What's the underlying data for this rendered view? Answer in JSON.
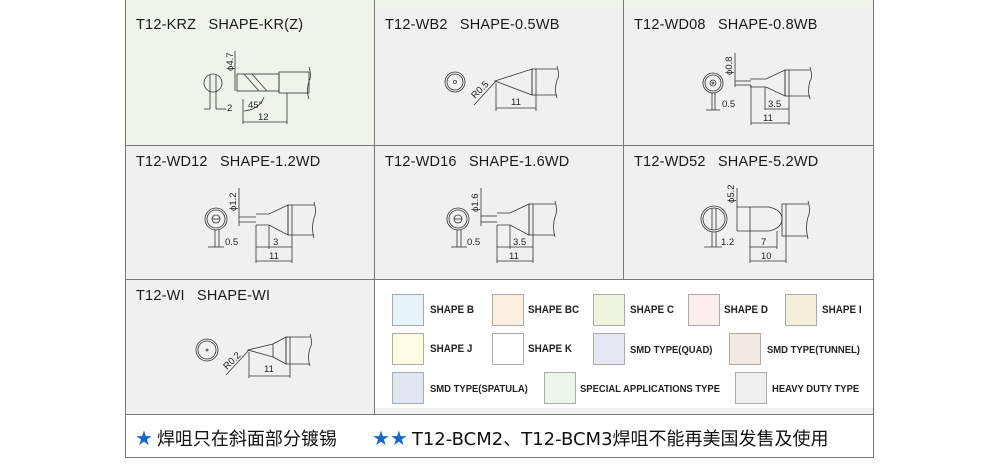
{
  "tips": [
    {
      "model": "T12-KRZ",
      "shape": "SHAPE-KR(Z)",
      "dims": {
        "diameter": "ϕ4.7",
        "a": "2",
        "angle": "45°",
        "length": "12"
      }
    },
    {
      "model": "T12-WB2",
      "shape": "SHAPE-0.5WB",
      "dims": {
        "radius": "R0.5",
        "length": "11"
      }
    },
    {
      "model": "T12-WD08",
      "shape": "SHAPE-0.8WB",
      "dims": {
        "diameter": "ϕ0.8",
        "a": "0.5",
        "b": "3.5",
        "length": "11"
      }
    },
    {
      "model": "T12-WD12",
      "shape": "SHAPE-1.2WD",
      "dims": {
        "diameter": "ϕ1.2",
        "a": "0.5",
        "b": "3",
        "length": "11"
      }
    },
    {
      "model": "T12-WD16",
      "shape": "SHAPE-1.6WD",
      "dims": {
        "diameter": "ϕ1.6",
        "a": "0.5",
        "b": "3.5",
        "length": "11"
      }
    },
    {
      "model": "T12-WD52",
      "shape": "SHAPE-5.2WD",
      "dims": {
        "diameter": "ϕ5.2",
        "a": "1.2",
        "b": "7",
        "length": "10"
      }
    },
    {
      "model": "T12-WI",
      "shape": "SHAPE-WI",
      "dims": {
        "radius": "R0.2",
        "length": "11"
      }
    }
  ],
  "legend": [
    {
      "label": "SHAPE B",
      "color": "#e6f3fb"
    },
    {
      "label": "SHAPE BC",
      "color": "#fcefe2"
    },
    {
      "label": "SHAPE C",
      "color": "#eef4dc"
    },
    {
      "label": "SHAPE D",
      "color": "#fcecec"
    },
    {
      "label": "SHAPE I",
      "color": "#f3efd8"
    },
    {
      "label": "SHAPE J",
      "color": "#fdfbe2"
    },
    {
      "label": "SHAPE K",
      "color": "#ffffff"
    },
    {
      "label": "SMD TYPE(QUAD)",
      "color": "#e6e6f2"
    },
    {
      "label": "SMD TYPE(TUNNEL)",
      "color": "#f1e9e3"
    },
    {
      "label": "SMD TYPE(SPATULA)",
      "color": "#e2e6f3"
    },
    {
      "label": "SPECIAL APPLICATIONS TYPE",
      "color": "#ecf5ea"
    },
    {
      "label": "HEAVY DUTY TYPE",
      "color": "#efefef"
    }
  ],
  "notes": [
    {
      "stars": "★",
      "text": "焊咀只在斜面部分镀锡"
    },
    {
      "stars": "★★",
      "text": "T12-BCM2、T12-BCM3焊咀不能再美国发售及使用"
    }
  ],
  "colors": {
    "star": "#1768c4",
    "border": "#777777",
    "cell_bg": "#f0f0f0",
    "highlight_bg": "#eef4ea"
  }
}
